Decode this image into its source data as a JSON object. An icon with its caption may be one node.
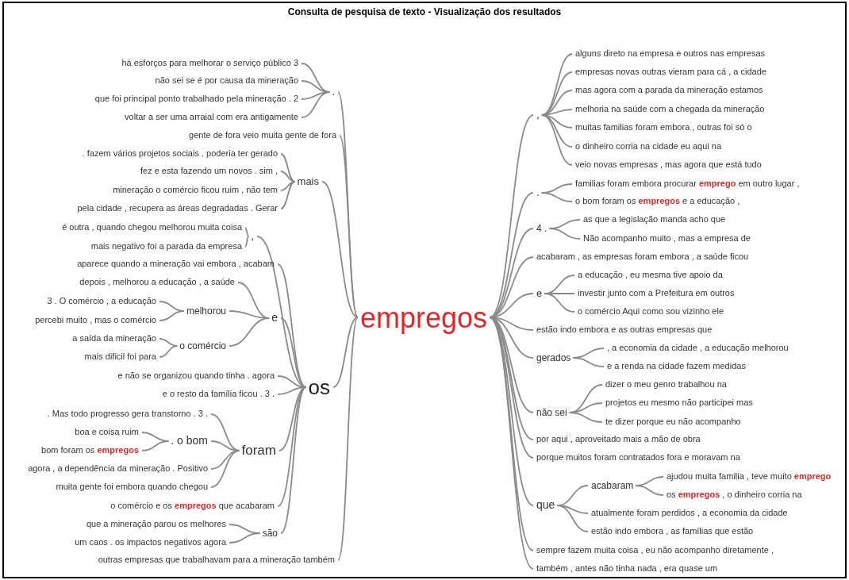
{
  "diagram": {
    "title": "Consulta de pesquisa de texto - Visualização dos resultados",
    "nodes": [
      {
        "text": [
          "empregos"
        ]
      },
      {
        "text": [
          "."
        ]
      },
      {
        "text": [
          "há esforços para melhorar o serviço público 3"
        ]
      },
      {
        "text": [
          "não sei se é por causa da mineração"
        ]
      },
      {
        "text": [
          "que foi principal ponto trabalhado pela mineração . 2"
        ]
      },
      {
        "text": [
          "voltar a ser uma arraial com era antigamente"
        ]
      },
      {
        "text": [
          "gente de fora veio muita gente de fora"
        ]
      },
      {
        "text": [
          "mais"
        ]
      },
      {
        "text": [
          ". fazem vários projetos sociais . poderia ter gerado"
        ]
      },
      {
        "text": [
          "fez e esta fazendo um novos . sim ,"
        ]
      },
      {
        "text": [
          "mineração o comércio ficou ruim , não tem"
        ]
      },
      {
        "text": [
          "pela cidade , recupera as áreas degradadas . Gerar"
        ]
      },
      {
        "text": [
          "os"
        ]
      },
      {
        "text": [
          ","
        ]
      },
      {
        "text": [
          "é outra , quando chegou melhorou muita coisa"
        ]
      },
      {
        "text": [
          "mais negativo foi a parada da empresa"
        ]
      },
      {
        "text": [
          "aparece quando a mineração vai embora , acabam"
        ]
      },
      {
        "text": [
          "e"
        ]
      },
      {
        "text": [
          "depois , melhorou a educação , a saúde"
        ]
      },
      {
        "text": [
          "melhorou"
        ]
      },
      {
        "text": [
          "3 . O comércio , a educação"
        ]
      },
      {
        "text": [
          "percebi muito , mas o comércio"
        ]
      },
      {
        "text": [
          "o comércio"
        ]
      },
      {
        "text": [
          "a saída da mineração"
        ]
      },
      {
        "text": [
          "mais dificil foi para"
        ]
      },
      {
        "text": [
          "e não se organizou quando tinha . agora"
        ]
      },
      {
        "text": [
          "e o resto da família ficou . 3 ."
        ]
      },
      {
        "text": [
          "foram"
        ]
      },
      {
        "text": [
          ". Mas todo progresso gera transtorno . 3 ."
        ]
      },
      {
        "text": [
          ". o bom"
        ]
      },
      {
        "text": [
          "boa e coisa ruim"
        ]
      },
      {
        "text": [
          "bom foram os **empregos**"
        ]
      },
      {
        "text": [
          "agora , a dependência da mineração . Positivo"
        ]
      },
      {
        "text": [
          "muita gente foi embora quando chegou"
        ]
      },
      {
        "text": [
          "o comércio e os **empregos** que acabaram"
        ]
      },
      {
        "text": [
          "são"
        ]
      },
      {
        "text": [
          "que a mineração parou os melhores"
        ]
      },
      {
        "text": [
          "um caos . os impactos negativos agora"
        ]
      },
      {
        "text": [
          "outras empresas que trabalhavam para a mineração também"
        ]
      },
      {
        "text": [
          ","
        ]
      },
      {
        "text": [
          "alguns direto na empresa e outros nas empresas"
        ]
      },
      {
        "text": [
          "empresas novas outras vieram para cá , a cidade"
        ]
      },
      {
        "text": [
          "mas agora com a parada da mineração estamos"
        ]
      },
      {
        "text": [
          "melhoria na saúde com a chegada da mineração"
        ]
      },
      {
        "text": [
          "muitas familias foram embora , outras foi só o"
        ]
      },
      {
        "text": [
          "o dinheiro corria na cidade eu aqui na"
        ]
      },
      {
        "text": [
          "veio novas empresas , mas agora que está tudo"
        ]
      },
      {
        "text": [
          "."
        ]
      },
      {
        "text": [
          "familias foram embora procurar **emprego** em outro lugar ,"
        ]
      },
      {
        "text": [
          "o bom foram os **empregos** e a educação ,"
        ]
      },
      {
        "text": [
          "4 ."
        ]
      },
      {
        "text": [
          "as que a legislação manda acho que"
        ]
      },
      {
        "text": [
          "Não acompanho muito , mas a empresa de"
        ]
      },
      {
        "text": [
          "acabaram , as empresas foram embora , a saúde ficou"
        ]
      },
      {
        "text": [
          "e"
        ]
      },
      {
        "text": [
          "a educação , eu mesma tive apoio da"
        ]
      },
      {
        "text": [
          "investir junto com a Prefeitura em outros"
        ]
      },
      {
        "text": [
          "o comércio Aqui como sou vizinho ele"
        ]
      },
      {
        "text": [
          "estão indo embora e as outras empresas que"
        ]
      },
      {
        "text": [
          "gerados"
        ]
      },
      {
        "text": [
          ", a economia da cidade , a educação melhorou"
        ]
      },
      {
        "text": [
          "e a renda na cidade fazem medidas"
        ]
      },
      {
        "text": [
          "não sei"
        ]
      },
      {
        "text": [
          "dizer o meu genro trabalhou na"
        ]
      },
      {
        "text": [
          "projetos eu mesmo não participei mas"
        ]
      },
      {
        "text": [
          "te dizer porque eu não acompanho"
        ]
      },
      {
        "text": [
          "por aqui , aproveitado mais a mão de obra"
        ]
      },
      {
        "text": [
          "porque muitos foram contratados fora e moravam na"
        ]
      },
      {
        "text": [
          "que"
        ]
      },
      {
        "text": [
          "acabaram"
        ]
      },
      {
        "text": [
          "ajudou muita familia , teve muito **emprego**"
        ]
      },
      {
        "text": [
          "os **empregos** , o dinheiro corria na"
        ]
      },
      {
        "text": [
          "atualmente foram perdidos , a economia da cidade"
        ]
      },
      {
        "text": [
          "estão indo embora , as famílias que estão"
        ]
      },
      {
        "text": [
          "sempre fazem muita coisa , eu não acompanho diretamente ,"
        ]
      },
      {
        "text": [
          "também , antes não tinha nada , era quase um"
        ]
      }
    ],
    "edges": [
      {
        "from": 0,
        "to": 1,
        "arrow": "none"
      },
      {
        "from": 1,
        "to": 2,
        "arrow": "none"
      },
      {
        "from": 1,
        "to": 3,
        "arrow": "none"
      },
      {
        "from": 1,
        "to": 4,
        "arrow": "none"
      },
      {
        "from": 1,
        "to": 5,
        "arrow": "none"
      },
      {
        "from": 0,
        "to": 6,
        "arrow": "none"
      },
      {
        "from": 0,
        "to": 7,
        "arrow": "none"
      },
      {
        "from": 7,
        "to": 8,
        "arrow": "none"
      },
      {
        "from": 7,
        "to": 9,
        "arrow": "none"
      },
      {
        "from": 7,
        "to": 10,
        "arrow": "none"
      },
      {
        "from": 7,
        "to": 11,
        "arrow": "none"
      },
      {
        "from": 0,
        "to": 12,
        "arrow": "none"
      },
      {
        "from": 12,
        "to": 13,
        "arrow": "none"
      },
      {
        "from": 13,
        "to": 14,
        "arrow": "none"
      },
      {
        "from": 13,
        "to": 15,
        "arrow": "none"
      },
      {
        "from": 12,
        "to": 16,
        "arrow": "none"
      },
      {
        "from": 12,
        "to": 17,
        "arrow": "none"
      },
      {
        "from": 17,
        "to": 18,
        "arrow": "none"
      },
      {
        "from": 17,
        "to": 19,
        "arrow": "none"
      },
      {
        "from": 19,
        "to": 20,
        "arrow": "none"
      },
      {
        "from": 19,
        "to": 21,
        "arrow": "none"
      },
      {
        "from": 17,
        "to": 22,
        "arrow": "none"
      },
      {
        "from": 22,
        "to": 23,
        "arrow": "none"
      },
      {
        "from": 22,
        "to": 24,
        "arrow": "none"
      },
      {
        "from": 12,
        "to": 25,
        "arrow": "none"
      },
      {
        "from": 12,
        "to": 26,
        "arrow": "none"
      },
      {
        "from": 12,
        "to": 27,
        "arrow": "none"
      },
      {
        "from": 27,
        "to": 28,
        "arrow": "none"
      },
      {
        "from": 27,
        "to": 29,
        "arrow": "none"
      },
      {
        "from": 29,
        "to": 30,
        "arrow": "none"
      },
      {
        "from": 29,
        "to": 31,
        "arrow": "none"
      },
      {
        "from": 27,
        "to": 32,
        "arrow": "none"
      },
      {
        "from": 27,
        "to": 33,
        "arrow": "none"
      },
      {
        "from": 12,
        "to": 34,
        "arrow": "none"
      },
      {
        "from": 12,
        "to": 35,
        "arrow": "none"
      },
      {
        "from": 35,
        "to": 36,
        "arrow": "none"
      },
      {
        "from": 35,
        "to": 37,
        "arrow": "none"
      },
      {
        "from": 0,
        "to": 38,
        "arrow": "none"
      },
      {
        "from": 0,
        "to": 39,
        "arrow": "none"
      },
      {
        "from": 39,
        "to": 40,
        "arrow": "none"
      },
      {
        "from": 39,
        "to": 41,
        "arrow": "none"
      },
      {
        "from": 39,
        "to": 42,
        "arrow": "none"
      },
      {
        "from": 39,
        "to": 43,
        "arrow": "none"
      },
      {
        "from": 39,
        "to": 44,
        "arrow": "none"
      },
      {
        "from": 39,
        "to": 45,
        "arrow": "none"
      },
      {
        "from": 39,
        "to": 46,
        "arrow": "none"
      },
      {
        "from": 0,
        "to": 47,
        "arrow": "none"
      },
      {
        "from": 47,
        "to": 48,
        "arrow": "none"
      },
      {
        "from": 47,
        "to": 49,
        "arrow": "none"
      },
      {
        "from": 0,
        "to": 50,
        "arrow": "none"
      },
      {
        "from": 50,
        "to": 51,
        "arrow": "none"
      },
      {
        "from": 50,
        "to": 52,
        "arrow": "none"
      },
      {
        "from": 0,
        "to": 53,
        "arrow": "none"
      },
      {
        "from": 0,
        "to": 54,
        "arrow": "none"
      },
      {
        "from": 54,
        "to": 55,
        "arrow": "none"
      },
      {
        "from": 54,
        "to": 56,
        "arrow": "none"
      },
      {
        "from": 54,
        "to": 57,
        "arrow": "none"
      },
      {
        "from": 0,
        "to": 58,
        "arrow": "none"
      },
      {
        "from": 0,
        "to": 59,
        "arrow": "none"
      },
      {
        "from": 59,
        "to": 60,
        "arrow": "none"
      },
      {
        "from": 59,
        "to": 61,
        "arrow": "none"
      },
      {
        "from": 0,
        "to": 62,
        "arrow": "none"
      },
      {
        "from": 62,
        "to": 63,
        "arrow": "none"
      },
      {
        "from": 62,
        "to": 64,
        "arrow": "none"
      },
      {
        "from": 62,
        "to": 65,
        "arrow": "none"
      },
      {
        "from": 0,
        "to": 66,
        "arrow": "none"
      },
      {
        "from": 0,
        "to": 67,
        "arrow": "none"
      },
      {
        "from": 0,
        "to": 68,
        "arrow": "none"
      },
      {
        "from": 68,
        "to": 69,
        "arrow": "none"
      },
      {
        "from": 69,
        "to": 70,
        "arrow": "none"
      },
      {
        "from": 69,
        "to": 71,
        "arrow": "none"
      },
      {
        "from": 68,
        "to": 72,
        "arrow": "none"
      },
      {
        "from": 68,
        "to": 73,
        "arrow": "none"
      },
      {
        "from": 0,
        "to": 74,
        "arrow": "none"
      },
      {
        "from": 0,
        "to": 75,
        "arrow": "none"
      }
    ]
  }
}
